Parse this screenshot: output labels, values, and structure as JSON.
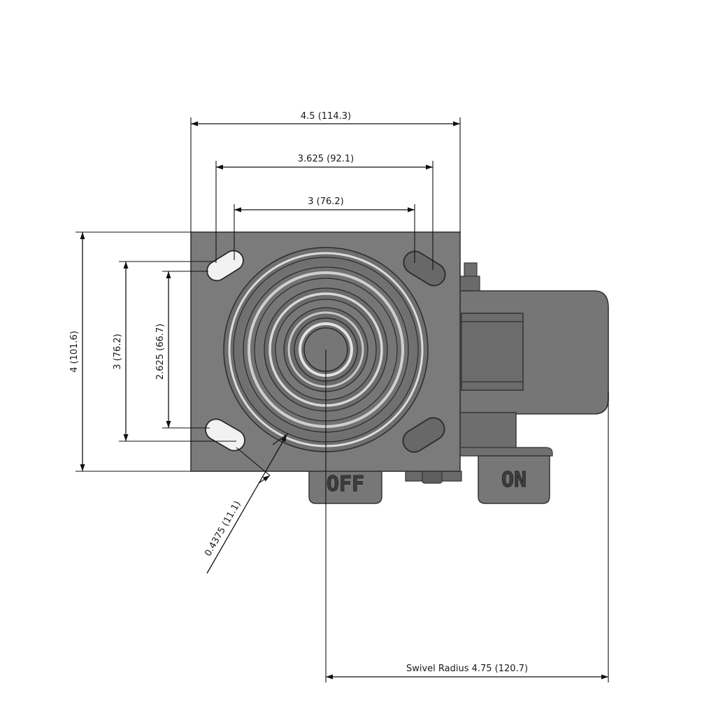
{
  "dimensions": {
    "plate_width": "4.5 (114.3)",
    "outer_bolt_width": "3.625 (92.1)",
    "inner_bolt_width": "3 (76.2)",
    "plate_height": "4 (101.6)",
    "outer_bolt_height": "3 (76.2)",
    "inner_bolt_height": "2.625 (66.7)",
    "bolt_hole": "0.4375 (11.1)",
    "swivel_radius": "Swivel Radius 4.75 (120.7)"
  },
  "brake": {
    "off_label": "OFF",
    "on_label": "ON"
  },
  "colors": {
    "plate": "#7b7b7b",
    "plate_dark": "#5e5e5e",
    "highlight": "#d6d6d6",
    "line": "#111111"
  }
}
